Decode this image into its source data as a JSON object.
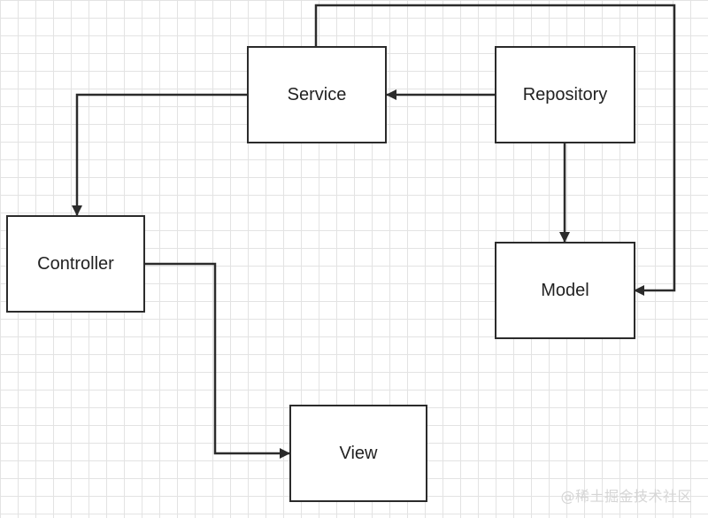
{
  "diagram": {
    "nodes": {
      "service": "Service",
      "repository": "Repository",
      "controller": "Controller",
      "model": "Model",
      "view": "View"
    },
    "edges": [
      {
        "from": "Repository",
        "to": "Service"
      },
      {
        "from": "Repository",
        "to": "Model"
      },
      {
        "from": "Service",
        "to": "Controller"
      },
      {
        "from": "Service",
        "to": "Model"
      },
      {
        "from": "Controller",
        "to": "View"
      }
    ],
    "colors": {
      "line": "#2b2b2b",
      "grid": "#e3e3e3",
      "background": "#ffffff"
    }
  },
  "watermark": "@稀土掘金技术社区"
}
